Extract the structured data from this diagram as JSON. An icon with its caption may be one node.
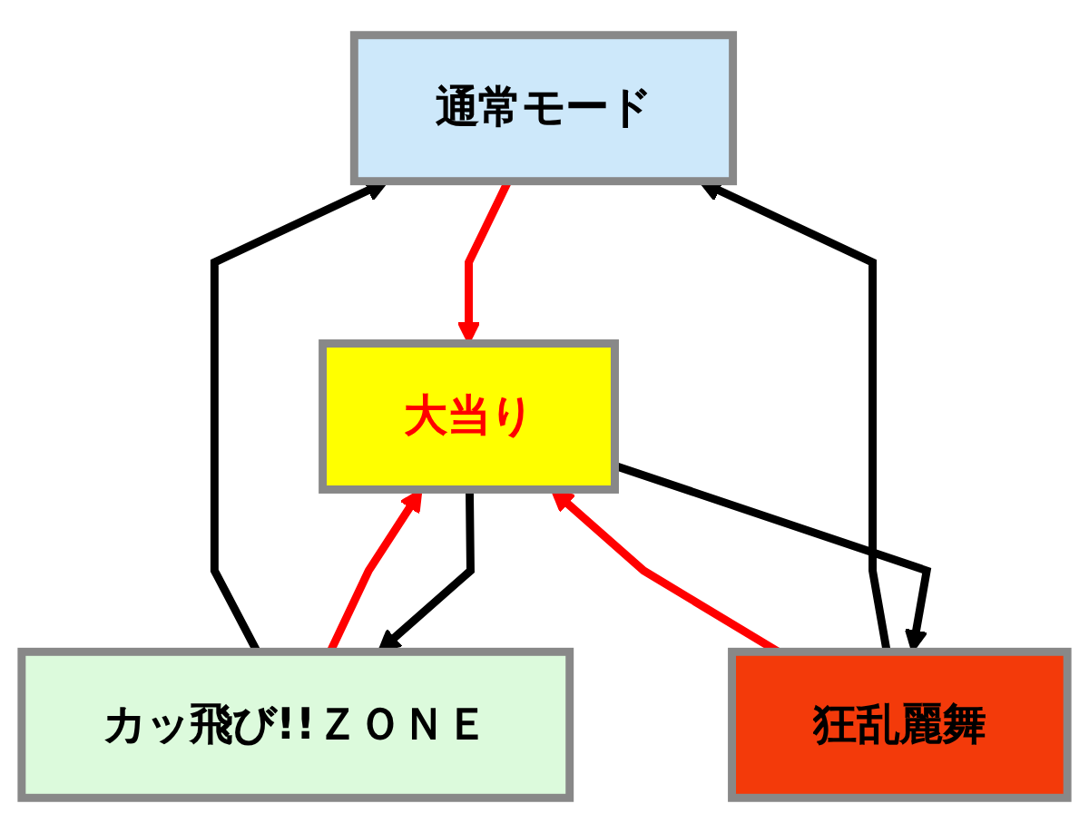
{
  "diagram": {
    "nodes": [
      {
        "text": [
          "通常モード"
        ]
      },
      {
        "text": [
          "大当り"
        ]
      },
      {
        "text": [
          "カッ飛び!!ＺＯＮＥ"
        ]
      },
      {
        "text": [
          "狂乱麗舞"
        ]
      }
    ],
    "edges": [
      {
        "from": 0,
        "to": 1,
        "arrow": "to",
        "color": "#ff0000"
      },
      {
        "from": 1,
        "to": 2,
        "arrow": "to"
      },
      {
        "from": 2,
        "to": 1,
        "arrow": "to",
        "color": "#ff0000"
      },
      {
        "from": 2,
        "to": 0,
        "arrow": "to"
      },
      {
        "from": 3,
        "to": 0,
        "arrow": "to"
      },
      {
        "from": 1,
        "to": 3,
        "arrow": "to"
      },
      {
        "from": 3,
        "to": 1,
        "arrow": "to",
        "color": "#ff0000"
      }
    ]
  }
}
